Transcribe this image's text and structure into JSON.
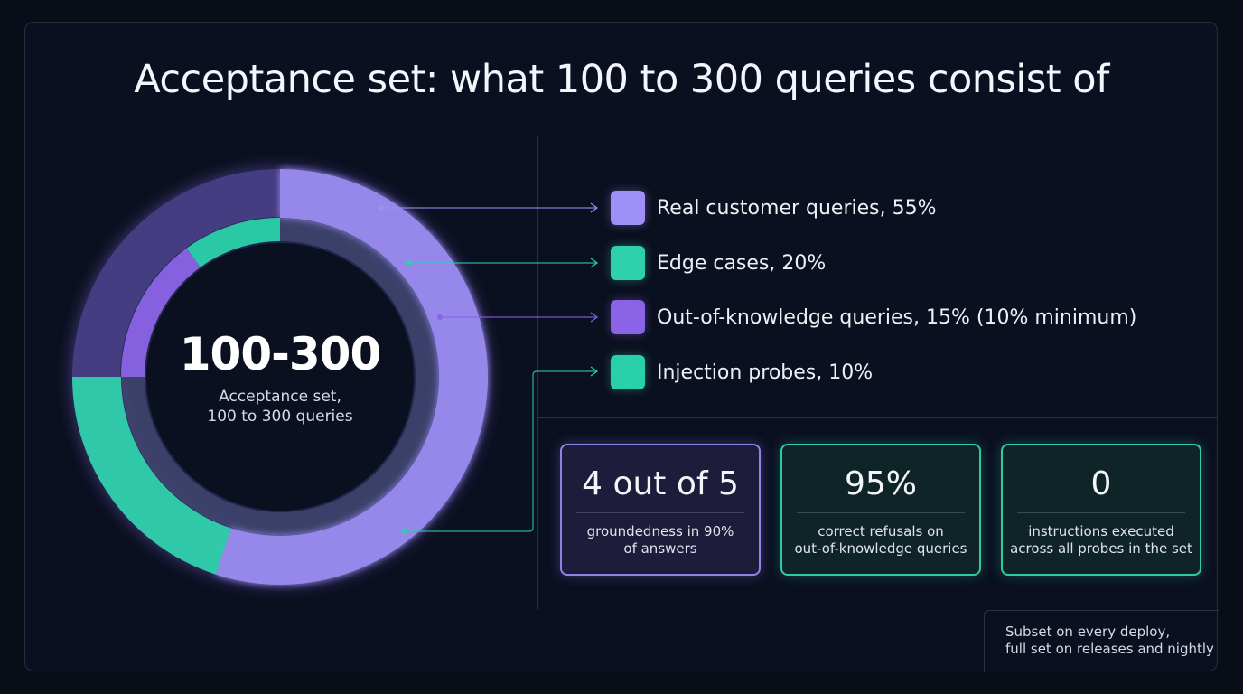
{
  "title": "Acceptance set: what 100 to 300 queries consist of",
  "center": {
    "value": "100-300",
    "label_line1": "Acceptance set,",
    "label_line2": "100 to 300 queries"
  },
  "colors": {
    "real": "#9d8ff5",
    "edge": "#2ed1ac",
    "ook": "#8a63e6",
    "inj": "#2ad0aa",
    "ring_bg": "#4a4187",
    "ring_bg_inner": "#3f4670"
  },
  "chart_data": {
    "type": "pie",
    "subtype": "donut",
    "series": [
      {
        "name": "Real customer queries, 55%",
        "value": 55,
        "color": "#9d8ff5"
      },
      {
        "name": "Edge cases, 20%",
        "value": 20,
        "color": "#2ed1ac"
      },
      {
        "name": "Out-of-knowledge queries, 15% (10% minimum)",
        "value": 15,
        "color": "#8a63e6"
      },
      {
        "name": "Injection probes, 10%",
        "value": 10,
        "color": "#2ad0aa"
      }
    ]
  },
  "legend": [
    {
      "label": "Real customer queries, 55%",
      "color": "#9d8ff5"
    },
    {
      "label": "Edge cases, 20%",
      "color": "#2ed1ac"
    },
    {
      "label": "Out-of-knowledge queries, 15% (10% minimum)",
      "color": "#8a63e6"
    },
    {
      "label": "Injection probes, 10%",
      "color": "#2ad0aa"
    }
  ],
  "cards": [
    {
      "value": "4 out of 5",
      "line1": "groundedness in 90%",
      "line2": "of answers",
      "accent": "purple"
    },
    {
      "value": "95%",
      "line1": "correct refusals on",
      "line2": "out-of-knowledge queries",
      "accent": "teal"
    },
    {
      "value": "0",
      "line1": "instructions executed",
      "line2": "across all probes in the set",
      "accent": "teal"
    }
  ],
  "note": {
    "line1": "Subset on every deploy,",
    "line2": "full set on releases and nightly"
  }
}
